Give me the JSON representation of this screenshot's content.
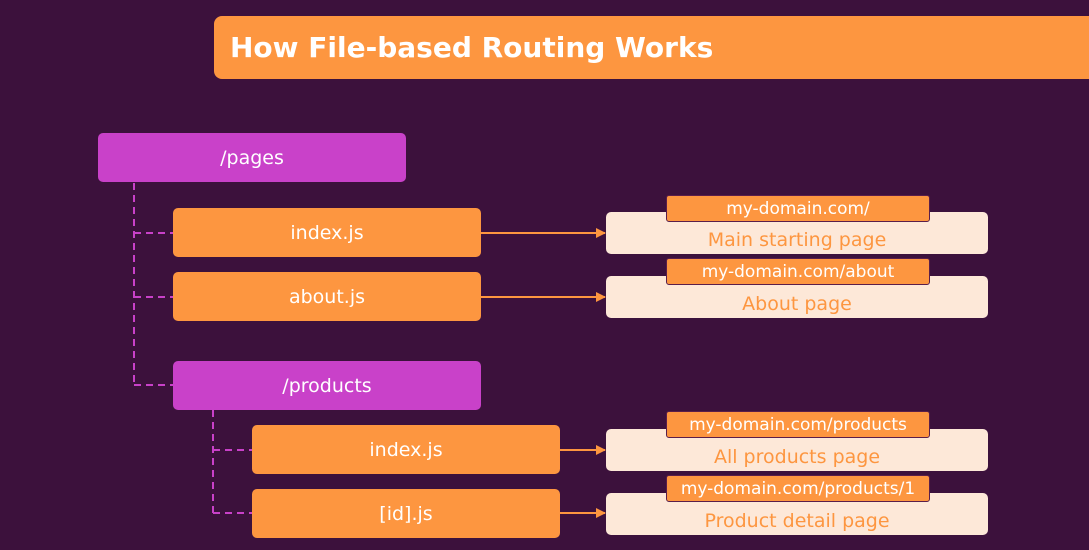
{
  "title": "How File-based Routing Works",
  "tree": {
    "pages_folder": "/pages",
    "index_file": "index.js",
    "about_file": "about.js",
    "products_folder": "/products",
    "products_index_file": "index.js",
    "products_id_file": "[id].js"
  },
  "routes": [
    {
      "url": "my-domain.com/",
      "description": "Main starting page"
    },
    {
      "url": "my-domain.com/about",
      "description": "About page"
    },
    {
      "url": "my-domain.com/products",
      "description": "All products page"
    },
    {
      "url": "my-domain.com/products/1",
      "description": "Product detail page"
    }
  ],
  "colors": {
    "background": "#3c113c",
    "folder": "#c941c9",
    "file": "#fd9640",
    "result": "#fde8d8",
    "accent_text": "#fd9640"
  }
}
